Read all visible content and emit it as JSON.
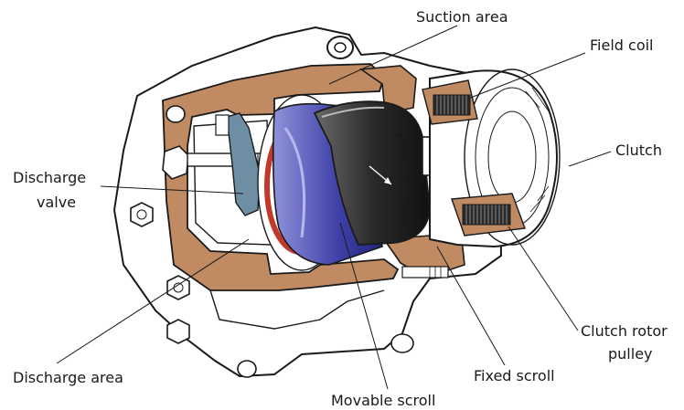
{
  "diagram": {
    "subject": "scroll compressor with electromagnetic clutch, cutaway view",
    "colors": {
      "housing_cut": "#c08a63",
      "outline": "#1a1a1a",
      "movable_scroll": "#3a3aa0",
      "scroll_rim": "#1c1c1c",
      "red_band": "#c0392b",
      "valve": "#6e8fa3"
    },
    "labels": {
      "suction_area": "Suction area",
      "field_coil": "Field coil",
      "clutch": "Clutch",
      "discharge_valve_line1": "Discharge",
      "discharge_valve_line2": "valve",
      "discharge_area": "Discharge area",
      "movable_scroll": "Movable scroll",
      "fixed_scroll": "Fixed scroll",
      "clutch_rotor_pulley_line1": "Clutch rotor",
      "clutch_rotor_pulley_line2": "pulley"
    }
  }
}
